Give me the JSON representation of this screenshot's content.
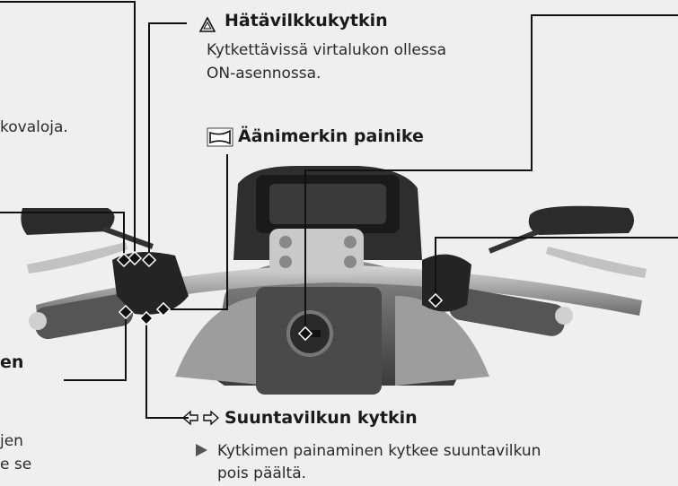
{
  "hazard": {
    "icon": "hazard-triangle-icon",
    "title": "Hätävilkkukytkin",
    "desc1": "Kytkettävissä virtalukon ollessa",
    "desc2": "ON-asennossa."
  },
  "left_fragment": {
    "text": "kovaloja."
  },
  "horn": {
    "icon": "horn-icon",
    "title": "Äänimerkin painike"
  },
  "left_bold_fragment": {
    "text": "en"
  },
  "turn": {
    "icon": "turn-signal-arrows-icon",
    "title": "Suuntavilkun kytkin",
    "bullet": "▶",
    "desc1": "Kytkimen painaminen kytkee suuntavilkun",
    "desc2": "pois päältä."
  },
  "left_bottom": {
    "line1": "jen",
    "line2": "e se"
  }
}
